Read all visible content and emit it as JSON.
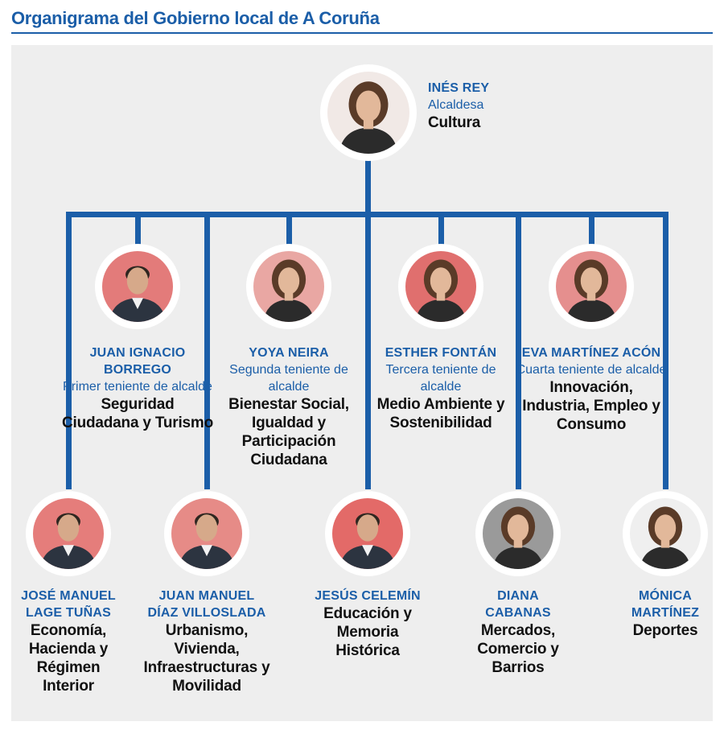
{
  "title": "Organigrama del Gobierno local de A Coruña",
  "colors": {
    "accent": "#1b5ea8",
    "panel": "#eeeeee",
    "text": "#111111"
  },
  "mayor": {
    "name": "INÉS REY",
    "role": "Alcaldesa",
    "dept": "Cultura"
  },
  "row1": [
    {
      "name": "JUAN IGNACIO BORREGO",
      "role": "Primer teniente de alcalde",
      "dept": "Seguridad Ciudadana y Turismo"
    },
    {
      "name": "YOYA NEIRA",
      "role": "Segunda teniente de alcalde",
      "dept": "Bienestar Social, Igualdad y Participación Ciudadana"
    },
    {
      "name": "ESTHER FONTÁN",
      "role": "Tercera teniente de alcalde",
      "dept": "Medio Ambiente y Sostenibilidad"
    },
    {
      "name": "EVA MARTÍNEZ ACÓN",
      "role": "Cuarta teniente de alcalde",
      "dept": "Innovación, Industria, Empleo y Consumo"
    }
  ],
  "row2": [
    {
      "name": "JOSÉ MANUEL LAGE TUÑAS",
      "dept": "Economía, Hacienda y Régimen Interior"
    },
    {
      "name": "JUAN MANUEL DÍAZ VILLOSLADA",
      "dept": "Urbanismo, Vivienda, Infraestructuras y Movilidad"
    },
    {
      "name": "JESÚS CELEMÍN",
      "dept": "Educación y Memoria Histórica"
    },
    {
      "name": "DIANA CABANAS",
      "dept": "Mercados, Comercio y Barrios"
    },
    {
      "name": "MÓNICA MARTÍNEZ",
      "dept": "Deportes"
    }
  ]
}
